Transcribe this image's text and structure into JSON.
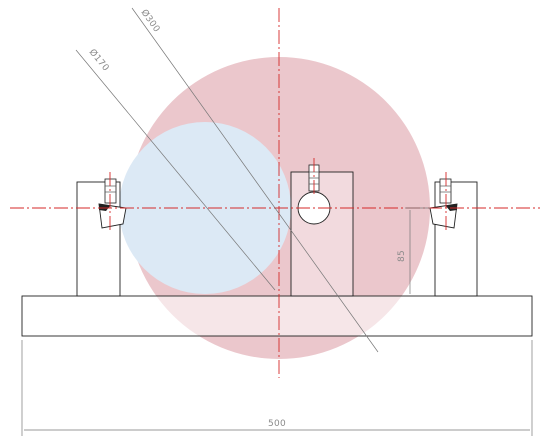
{
  "drawing": {
    "dimensions": {
      "large_diameter": "Ø300",
      "small_diameter": "Ø170",
      "height": "85",
      "width": "500"
    },
    "colors": {
      "large_circle_fill": "#ebc7cc",
      "small_circle_fill": "#dce9f5",
      "centerline": "#d42a2a",
      "outline": "#222222",
      "dimension": "#777777"
    }
  }
}
